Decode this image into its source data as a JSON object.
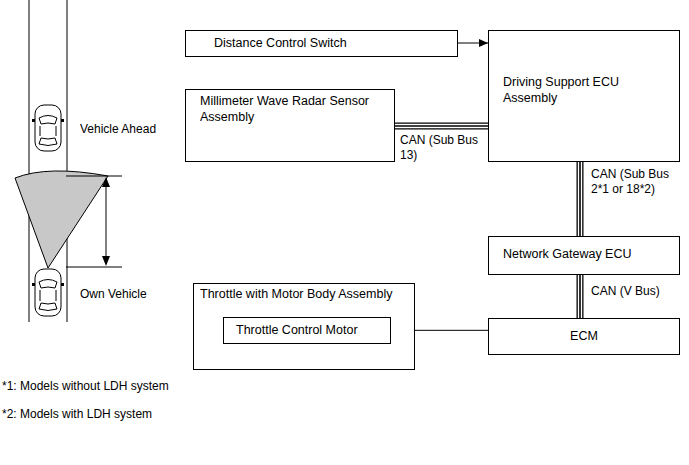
{
  "diagram": {
    "nodes": [
      {
        "text": [
          "Distance Control Switch"
        ]
      },
      {
        "text": [
          "Driving Support ECU Assembly"
        ]
      },
      {
        "text": [
          "Millimeter Wave Radar Sensor Assembly"
        ]
      },
      {
        "text": [
          "Network Gateway ECU"
        ]
      },
      {
        "text": [
          "Throttle with Motor Body Assembly"
        ]
      },
      {
        "text": [
          "Throttle Control Motor"
        ],
        "in": 4
      },
      {
        "text": [
          "ECM"
        ]
      }
    ],
    "edges": [
      {
        "from": 0,
        "to": 1,
        "arrow": "to"
      },
      {
        "from": 2,
        "to": 1,
        "label": "CAN (Sub Bus 13)",
        "arrow": "none"
      },
      {
        "from": 1,
        "to": 3,
        "label": "CAN (Sub Bus 2*1 or 18*2)",
        "arrow": "none"
      },
      {
        "from": 3,
        "to": 6,
        "label": "CAN (V Bus)",
        "arrow": "none"
      },
      {
        "from": 6,
        "to": 5,
        "arrow": "to"
      }
    ],
    "labels": [
      "Vehicle Ahead",
      "Own Vehicle",
      "*1: Models without LDH system",
      "*2: Models with LDH system"
    ]
  }
}
